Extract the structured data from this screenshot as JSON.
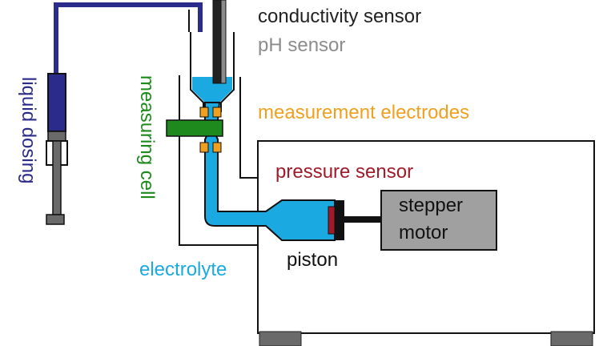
{
  "labels": {
    "conductivity_sensor": "conductivity sensor",
    "ph_sensor": "pH sensor",
    "measurement_electrodes": "measurement electrodes",
    "pressure_sensor": "pressure sensor",
    "stepper_motor_line1": "stepper",
    "stepper_motor_line2": "motor",
    "piston": "piston",
    "electrolyte": "electrolyte",
    "liquid_dosing": "liquid dosing",
    "measuring_cell": "measuring cell"
  },
  "colors": {
    "liquid_dosing": "#2b2b8c",
    "electrolyte": "#1aa9e0",
    "measuring_cell": "#1e8a1e",
    "electrodes": "#f0a020",
    "pressure_sensor": "#a01a2a",
    "ph_sensor": "#8c8c8c",
    "conductivity_sensor": "#222222",
    "stepper_motor": "#a0a0a0"
  }
}
